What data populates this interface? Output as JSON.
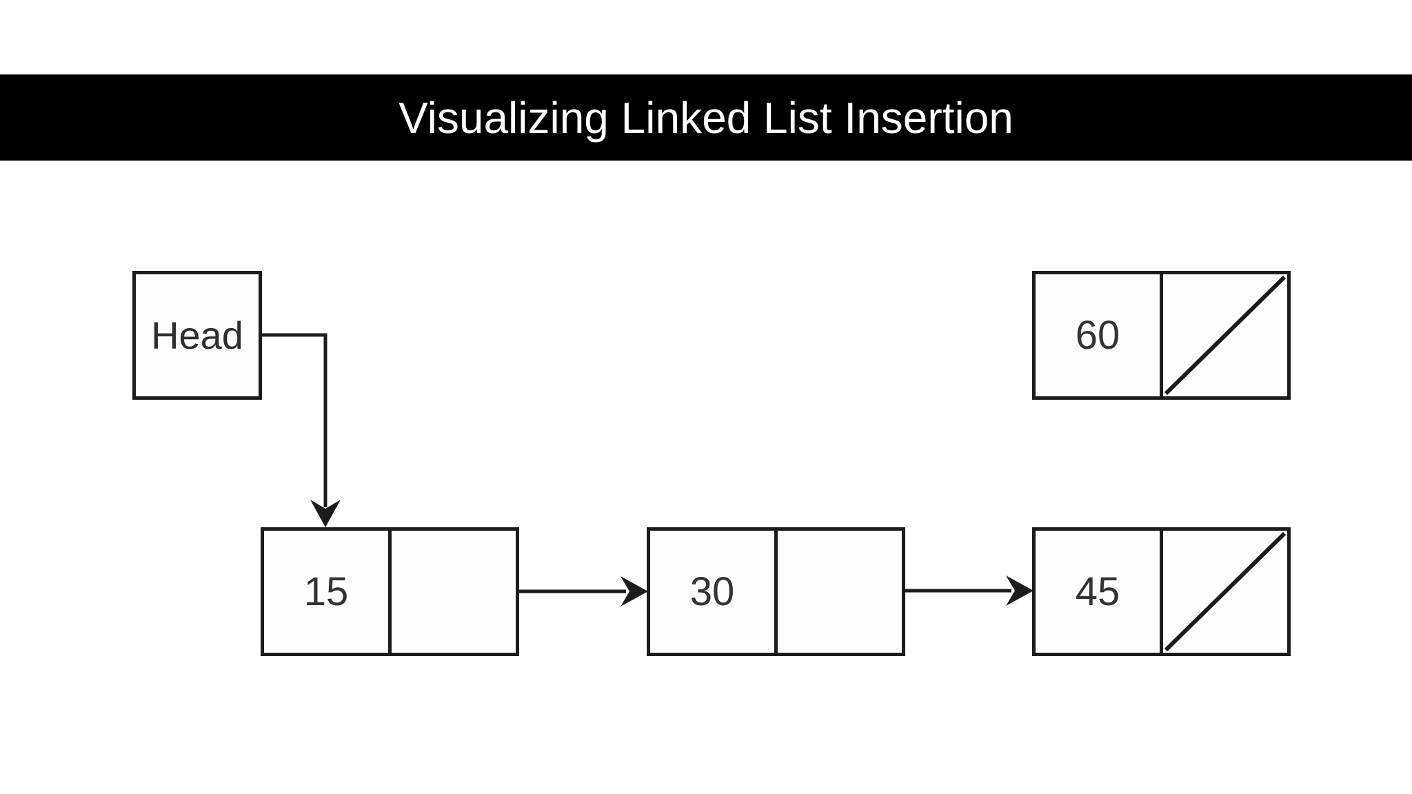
{
  "title_bar": {
    "text": "Visualizing Linked List Insertion",
    "bg_color": "#000000",
    "text_color": "#ffffff"
  },
  "diagram": {
    "head_label": "Head",
    "nodes": [
      {
        "id": "node-60",
        "value": "60",
        "pointer": "null",
        "attached": false
      },
      {
        "id": "node-15",
        "value": "15",
        "pointer": "node-30",
        "attached": true
      },
      {
        "id": "node-30",
        "value": "30",
        "pointer": "node-45",
        "attached": true
      },
      {
        "id": "node-45",
        "value": "45",
        "pointer": "null",
        "attached": true
      }
    ],
    "connections": [
      {
        "from": "head",
        "to": "node-15"
      },
      {
        "from": "node-15",
        "to": "node-30"
      },
      {
        "from": "node-30",
        "to": "node-45"
      }
    ],
    "colors": {
      "stroke": "#1c1c1c",
      "value_text": "#333333",
      "box_fill": "#fdfdfd",
      "background": "#ffffff"
    }
  }
}
